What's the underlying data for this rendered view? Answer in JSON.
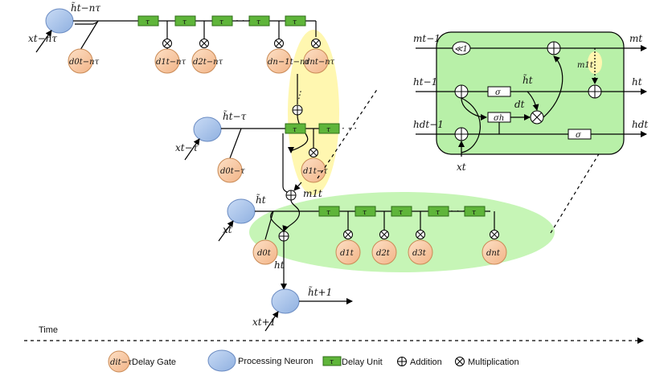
{
  "labels": {
    "h_nt": "h̃t−nτ",
    "x_nt": "xt−nτ",
    "d0_nt": "d0t−nτ",
    "d1_nt": "d1t−nτ",
    "d2_nt": "d2t−nτ",
    "dn1_nt": "dn−1t−nτ",
    "dn_nt": "dnt−nτ",
    "h_t": "h̃t−τ",
    "x_t": "xt−τ",
    "d0_t": "d0t−τ",
    "d1_t": "d1t−τ",
    "h_0": "h̃t",
    "x_0": "xt",
    "m1": "m1t",
    "d0": "d0t",
    "d1": "d1t",
    "d2": "d2t",
    "d3": "d3t",
    "dn": "dnt",
    "ht": "ht",
    "h_next": "h̃t+1",
    "x_next": "xt+1",
    "tau": "τ",
    "dots": "· · ·",
    "vdots": "⋮"
  },
  "cell": {
    "m_prev": "mt−1",
    "m_out": "mt",
    "h_prev": "ht−1",
    "h_out": "ht",
    "hd_prev": "hdt−1",
    "hd_out": "hdt",
    "shift": "≪1",
    "sigma": "σ",
    "sigma_h": "σh",
    "h_tilde": "h̃t",
    "d_t": "dt",
    "m1": "m1t",
    "x": "xt"
  },
  "time_label": "Time",
  "legend": {
    "delay_gate_symbol": "dit−τ",
    "delay_gate": "Delay Gate",
    "processing_neuron": "Processing Neuron",
    "delay_unit_symbol": "τ",
    "delay_unit": "Delay Unit",
    "addition": "Addition",
    "multiplication": "Multiplication"
  },
  "colors": {
    "neuron": "#a9c4eb",
    "gate": "#f8cba4",
    "delay_unit": "#5fb53a",
    "cell_bg": "#b8f0a8",
    "ellipse_green": "#c6f5b6",
    "ellipse_yellow": "#fff7b0"
  }
}
